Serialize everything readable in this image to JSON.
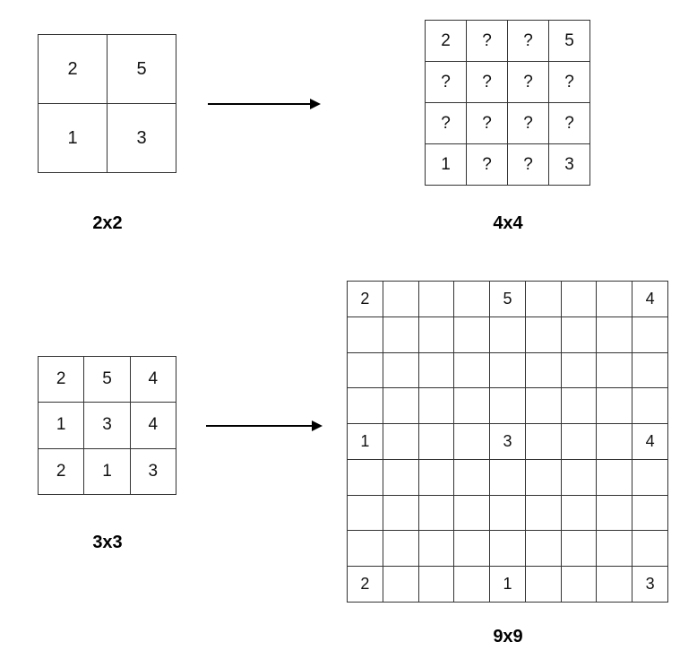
{
  "grids": {
    "g2x2": {
      "label": "2x2",
      "cells": [
        "2",
        "5",
        "1",
        "3"
      ]
    },
    "g4x4": {
      "label": "4x4",
      "cells": [
        "2",
        "?",
        "?",
        "5",
        "?",
        "?",
        "?",
        "?",
        "?",
        "?",
        "?",
        "?",
        "1",
        "?",
        "?",
        "3"
      ]
    },
    "g3x3": {
      "label": "3x3",
      "cells": [
        "2",
        "5",
        "4",
        "1",
        "3",
        "4",
        "2",
        "1",
        "3"
      ]
    },
    "g9x9": {
      "label": "9x9",
      "cells": [
        "2",
        "",
        "",
        "",
        "5",
        "",
        "",
        "",
        "4",
        "",
        "",
        "",
        "",
        "",
        "",
        "",
        "",
        "",
        "",
        "",
        "",
        "",
        "",
        "",
        "",
        "",
        "",
        "",
        "",
        "",
        "",
        "",
        "",
        "",
        "",
        "",
        "1",
        "",
        "",
        "",
        "3",
        "",
        "",
        "",
        "4",
        "",
        "",
        "",
        "",
        "",
        "",
        "",
        "",
        "",
        "",
        "",
        "",
        "",
        "",
        "",
        "",
        "",
        "",
        "",
        "",
        "",
        "",
        "",
        "",
        "",
        "",
        "",
        "2",
        "",
        "",
        "",
        "1",
        "",
        "",
        "",
        "3"
      ]
    }
  }
}
